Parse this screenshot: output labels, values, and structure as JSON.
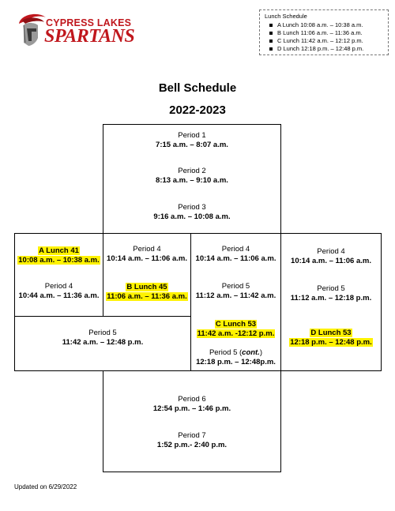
{
  "logo": {
    "top": "CYPRESS LAKES",
    "main": "SPARTANS"
  },
  "lunch_box": {
    "title": "Lunch Schedule",
    "items": [
      "A Lunch 10:08 a.m. – 10:38 a.m.",
      "B Lunch 11:06 a.m. – 11:36 a.m.",
      "C Lunch 11:42 a.m. – 12:12 p.m.",
      "D Lunch 12:18 p.m. – 12:48 p.m."
    ]
  },
  "title": "Bell Schedule",
  "year": "2022-2023",
  "top_periods": [
    {
      "name": "Period 1",
      "time": "7:15 a.m. – 8:07 a.m."
    },
    {
      "name": "Period 2",
      "time": "8:13 a.m. – 9:10 a.m."
    },
    {
      "name": "Period 3",
      "time": "9:16 a.m. – 10:08 a.m."
    }
  ],
  "col_a": {
    "lunch_name": "A Lunch 41",
    "lunch_time": "10:08 a.m. – 10:38 a.m.",
    "period_name": "Period 4",
    "period_time": "10:44 a.m. – 11:36 a.m."
  },
  "col_b": {
    "period_name": "Period 4",
    "period_time": "10:14 a.m. – 11:06 a.m.",
    "lunch_name": "B Lunch 45",
    "lunch_time": "11:06 a.m. – 11:36 a.m."
  },
  "col_c": {
    "period_name": "Period 4",
    "period_time": "10:14 a.m. – 11:06 a.m.",
    "p5_name": "Period 5",
    "p5_time": "11:12 a.m. – 11:42 a.m.",
    "lunch_name": "C Lunch 53",
    "lunch_time": "11:42 a.m. -12:12 p.m.",
    "p5_cont_name": "Period 5 (",
    "p5_cont_word": "cont.",
    "p5_cont_end": ")",
    "p5_cont_time": "12:18 p.m. – 12:48p.m."
  },
  "col_d": {
    "period_name": "Period 4",
    "period_time": "10:14 a.m. – 11:06 a.m.",
    "p5_name": "Period 5",
    "p5_time": "11:12 a.m. – 12:18 p.m.",
    "lunch_name": "D Lunch 53",
    "lunch_time": "12:18 p.m. – 12:48 p.m."
  },
  "ab_period5": {
    "name": "Period 5",
    "time": "11:42 a.m. – 12:48 p.m."
  },
  "bottom_periods": [
    {
      "name": "Period 6",
      "time": "12:54 p.m. – 1:46 p.m."
    },
    {
      "name": "Period 7",
      "time": "1:52 p.m.- 2:40 p.m."
    }
  ],
  "updated": "Updated on 6/29/2022",
  "colors": {
    "brand_red": "#c0171d",
    "highlight": "#fff200"
  }
}
